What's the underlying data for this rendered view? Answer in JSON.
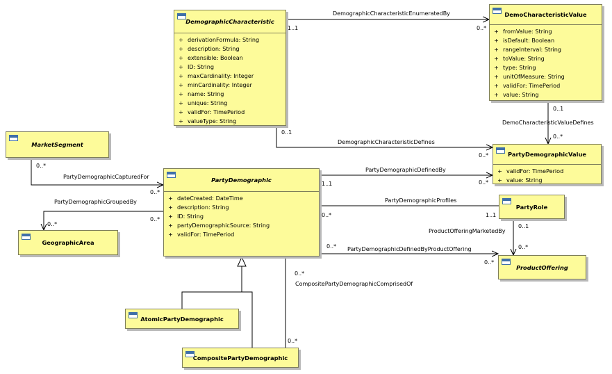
{
  "classes": {
    "demographic_characteristic": {
      "name": "DemographicCharacteristic",
      "attributes": [
        {
          "vis": "+",
          "text": "derivationFormula: String"
        },
        {
          "vis": "+",
          "text": "description: String"
        },
        {
          "vis": "+",
          "text": "extensible: Boolean"
        },
        {
          "vis": "+",
          "text": "ID: String"
        },
        {
          "vis": "+",
          "text": "maxCardinality: Integer"
        },
        {
          "vis": "+",
          "text": "minCardinality: Integer"
        },
        {
          "vis": "+",
          "text": "name: String"
        },
        {
          "vis": "+",
          "text": "unique: String"
        },
        {
          "vis": "+",
          "text": "validFor: TimePeriod"
        },
        {
          "vis": "+",
          "text": "valueType: String"
        }
      ]
    },
    "demo_characteristic_value": {
      "name": "DemoCharacteristicValue",
      "attributes": [
        {
          "vis": "+",
          "text": "fromValue: String"
        },
        {
          "vis": "+",
          "text": "isDefault: Boolean"
        },
        {
          "vis": "+",
          "text": "rangeInterval: String"
        },
        {
          "vis": "+",
          "text": "toValue: String"
        },
        {
          "vis": "+",
          "text": "type: String"
        },
        {
          "vis": "+",
          "text": "unitOfMeasure: String"
        },
        {
          "vis": "+",
          "text": "validFor: TimePeriod"
        },
        {
          "vis": "+",
          "text": "value: String"
        }
      ]
    },
    "market_segment": {
      "name": "MarketSegment",
      "attributes": []
    },
    "party_demographic": {
      "name": "PartyDemographic",
      "attributes": [
        {
          "vis": "+",
          "text": "dateCreated: DateTime"
        },
        {
          "vis": "+",
          "text": "description: String"
        },
        {
          "vis": "+",
          "text": "ID: String"
        },
        {
          "vis": "+",
          "text": "partyDemographicSource: String"
        },
        {
          "vis": "+",
          "text": "validFor: TimePeriod"
        }
      ]
    },
    "party_demographic_value": {
      "name": "PartyDemographicValue",
      "attributes": [
        {
          "vis": "+",
          "text": "validFor: TimePeriod"
        },
        {
          "vis": "+",
          "text": "value: String"
        }
      ]
    },
    "geographic_area": {
      "name": "GeographicArea",
      "attributes": []
    },
    "party_role": {
      "name": "PartyRole",
      "attributes": []
    },
    "product_offering": {
      "name": "ProductOffering",
      "attributes": []
    },
    "atomic_party_demographic": {
      "name": "AtomicPartyDemographic",
      "attributes": []
    },
    "composite_party_demographic": {
      "name": "CompositePartyDemographic",
      "attributes": []
    }
  },
  "associations": {
    "enumerated_by": {
      "name": "DemographicCharacteristicEnumeratedBy",
      "source_mult": "1..1",
      "target_mult": "0..*"
    },
    "value_defines": {
      "name": "DemoCharacteristicValueDefines",
      "source_mult": "0..1",
      "target_mult": "0..*"
    },
    "characteristic_defines": {
      "name": "DemographicCharacteristicDefines",
      "source_mult": "0..1",
      "target_mult": "0..*"
    },
    "captured_for": {
      "name": "PartyDemographicCapturedFor",
      "source_mult": "0..*",
      "target_mult": "0..*"
    },
    "defined_by": {
      "name": "PartyDemographicDefinedBy",
      "source_mult": "1..1",
      "target_mult": "0..*"
    },
    "grouped_by": {
      "name": "PartyDemographicGroupedBy",
      "source_mult": "0..*",
      "target_mult": "0..*"
    },
    "profiles": {
      "name": "PartyDemographicProfiles",
      "source_mult": "0..*",
      "target_mult": "1..1"
    },
    "offering_marketed_by": {
      "name": "ProductOfferingMarketedBy",
      "source_mult": "0..1",
      "target_mult": "0..*"
    },
    "defined_by_product_offering": {
      "name": "PartyDemographicDefinedByProductOffering",
      "source_mult": "0..*",
      "target_mult": "0..*"
    },
    "comprised_of": {
      "name": "CompositePartyDemographicComprisedOf",
      "source_mult": "0..*",
      "target_mult": "0..*"
    }
  }
}
